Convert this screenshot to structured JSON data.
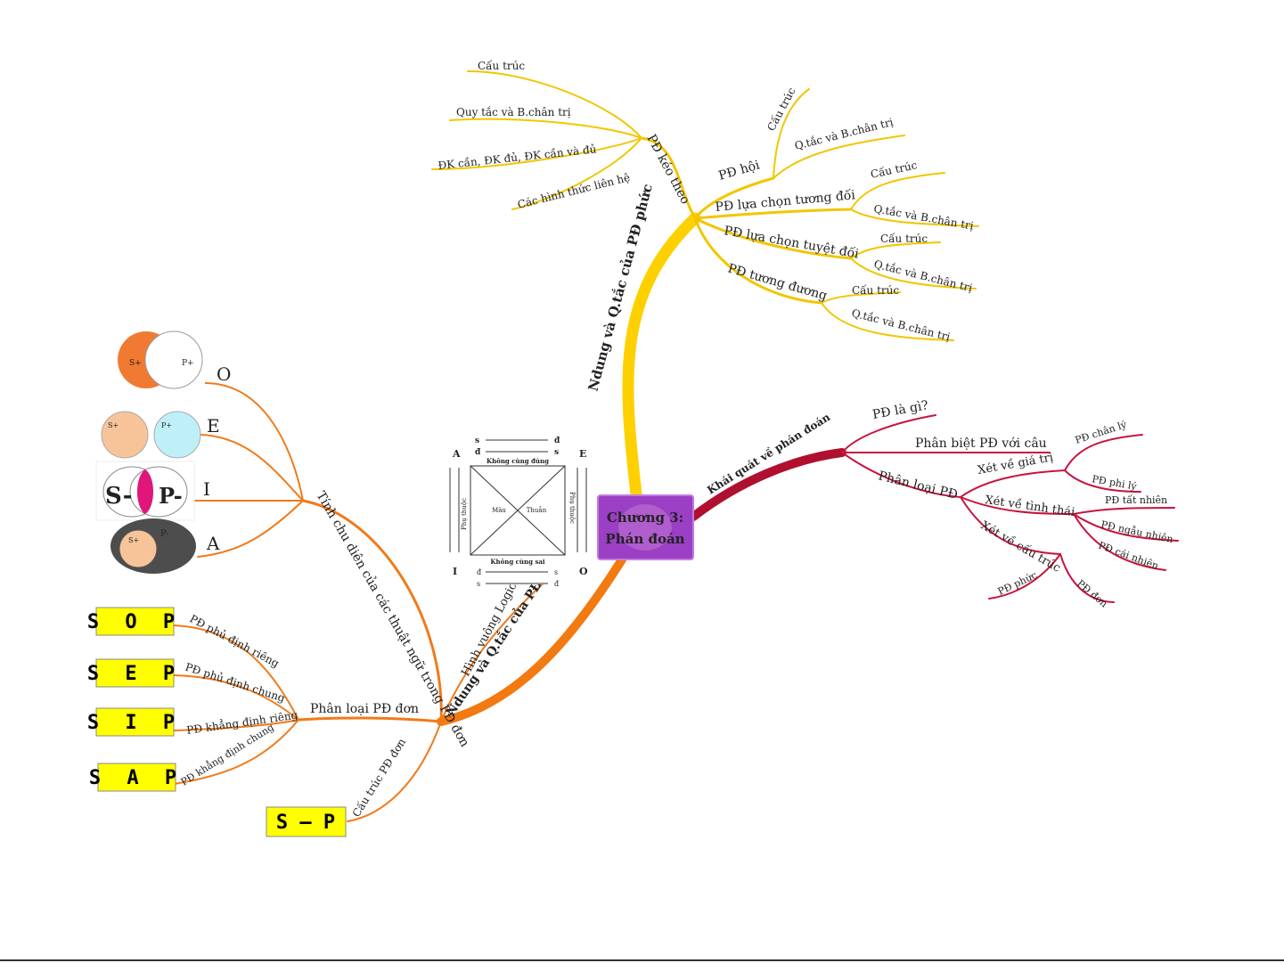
{
  "center": {
    "line1": "Chương 3:",
    "line2": "Phán đoán"
  },
  "branches": {
    "complex": {
      "title": "Ndung và Q.tắc của PĐ phức",
      "keo_theo": {
        "label": "PĐ kéo theo",
        "items": [
          "Cấu trúc",
          "Quy tắc và B.chân trị",
          "ĐK cần, ĐK đủ, ĐK cần và đủ",
          "Các hình thức liên hệ"
        ]
      },
      "hoi": {
        "label": "PĐ hội",
        "items": [
          "Cấu trúc",
          "Q.tắc và B.chân trị"
        ]
      },
      "lua_chon_tuong_doi": {
        "label": "PĐ lựa chọn tương đối",
        "items": [
          "Cấu trúc",
          "Q.tắc và B.chân trị"
        ]
      },
      "lua_chon_tuyet_doi": {
        "label": "PĐ lựa chọn tuyệt đối",
        "items": [
          "Cấu trúc",
          "Q.tắc và B.chân trị"
        ]
      },
      "tuong_duong": {
        "label": "PĐ tương đương",
        "items": [
          "Cấu trúc",
          "Q.tắc và B.chân trị"
        ]
      }
    },
    "overview": {
      "title": "Khái quát về phán đoán",
      "what": "PĐ là gì?",
      "distinguish": "Phân biệt PĐ với câu",
      "classify": "Phân loại PĐ",
      "by_value": {
        "label": "Xét về giá trị",
        "items": [
          "PĐ chân lý",
          "PĐ phi lý"
        ]
      },
      "by_modality": {
        "label": "Xét về tình thái",
        "items": [
          "PĐ tất nhiên",
          "PĐ ngẫu nhiên",
          "PĐ cái nhiên"
        ]
      },
      "by_structure": {
        "label": "Xét về cấu trúc",
        "items": [
          "PĐ phức",
          "PĐ đơn"
        ]
      }
    },
    "simple": {
      "title": "Ndung và Q.tắc của PĐ đơn",
      "square": "Hình vuông Logic",
      "distribution": {
        "label": "Tính chu diên của các thuật ngữ trong PĐ đơn",
        "letters": [
          "O",
          "E",
          "I",
          "A"
        ],
        "venn": {
          "s_plus": "S+",
          "p_plus": "P+",
          "s_minus": "S-",
          "p_minus": "P-"
        }
      },
      "classification": {
        "label": "Phân loại PĐ đơn",
        "types": [
          {
            "box": "S O P",
            "desc": "PĐ phủ định riêng"
          },
          {
            "box": "S E P",
            "desc": "PĐ phủ định chung"
          },
          {
            "box": "S I P",
            "desc": "PĐ khẳng định riêng"
          },
          {
            "box": "S A P",
            "desc": "PĐ khẳng định chung"
          }
        ]
      },
      "structure": {
        "label": "Cấu trúc PĐ đơn",
        "box": "S – P"
      }
    }
  },
  "logic_square": {
    "corners": [
      "A",
      "E",
      "I",
      "O"
    ],
    "top": "Không cùng đúng",
    "bottom": "Không cùng sai",
    "left": "Phụ thuộc",
    "right": "Phụ thuộc",
    "diag1": "Mâu",
    "diag2": "Thuẫn",
    "top_marks": [
      "s",
      "đ",
      "đ",
      "s"
    ],
    "bottom_marks": [
      "đ",
      "s",
      "s",
      "đ"
    ]
  },
  "colors": {
    "yellow": "#f2c100",
    "orange": "#f07a1a",
    "crimson": "#c8143c",
    "purple": "#9b3fc4",
    "box": "#ffff00"
  }
}
